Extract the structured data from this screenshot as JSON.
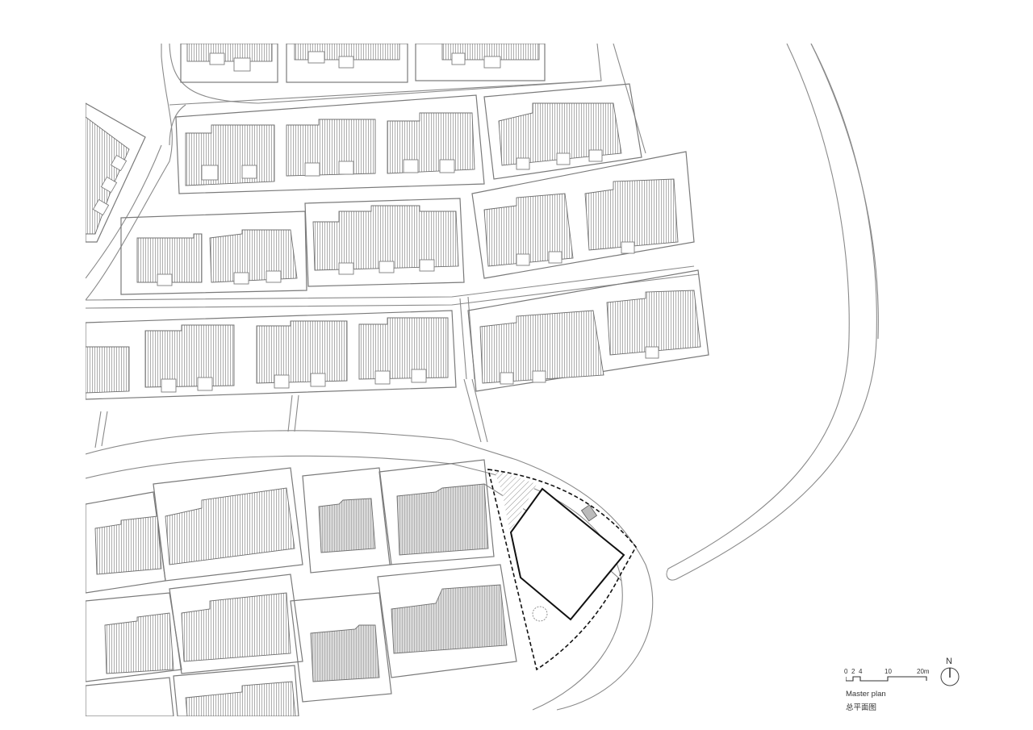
{
  "drawing": {
    "type": "architectural master plan",
    "background": "#ffffff",
    "line_color": "#7a7a7a",
    "highlight_color": "#111111",
    "fill_grey": "#d6d6d6"
  },
  "legend": {
    "scale_bar": {
      "ticks": [
        "0",
        "2",
        "4",
        "10",
        "20m"
      ],
      "unit": "m"
    },
    "north_arrow": {
      "label": "N"
    },
    "title_en": "Master plan",
    "title_cn": "总平面图"
  },
  "site": {
    "boundary_style": "dashed",
    "building_outline_style": "solid bold",
    "features": [
      "hatched plaza",
      "stair",
      "tree"
    ]
  }
}
